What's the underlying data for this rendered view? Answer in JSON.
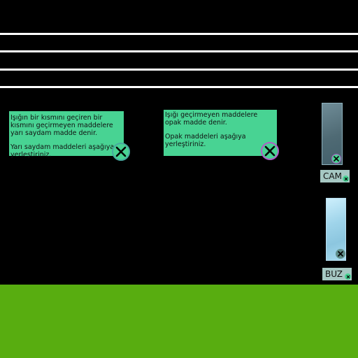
{
  "cards": [
    {
      "paragraph1": "Işığın bir kısmını geçiren bir\nkısmını geçirmeyen maddelere\nyarı saydam madde denir.",
      "paragraph2": "Yarı saydam maddeleri aşağıya\nyerleştiriniz."
    },
    {
      "paragraph1": "Işığı geçirmeyen maddelere\nopak madde denir.",
      "paragraph2": "Opak maddeleri aşağıya\nyerleştiriniz."
    }
  ],
  "items": [
    {
      "label": "CAM"
    },
    {
      "label": "BUZ"
    }
  ],
  "colors": {
    "background": "#000000",
    "ground": "#58ad10",
    "card": "#48d393",
    "label": "#a6c8c3",
    "close_ring_1": "#48a9a0",
    "close_ring_2": "#b25bc7"
  }
}
